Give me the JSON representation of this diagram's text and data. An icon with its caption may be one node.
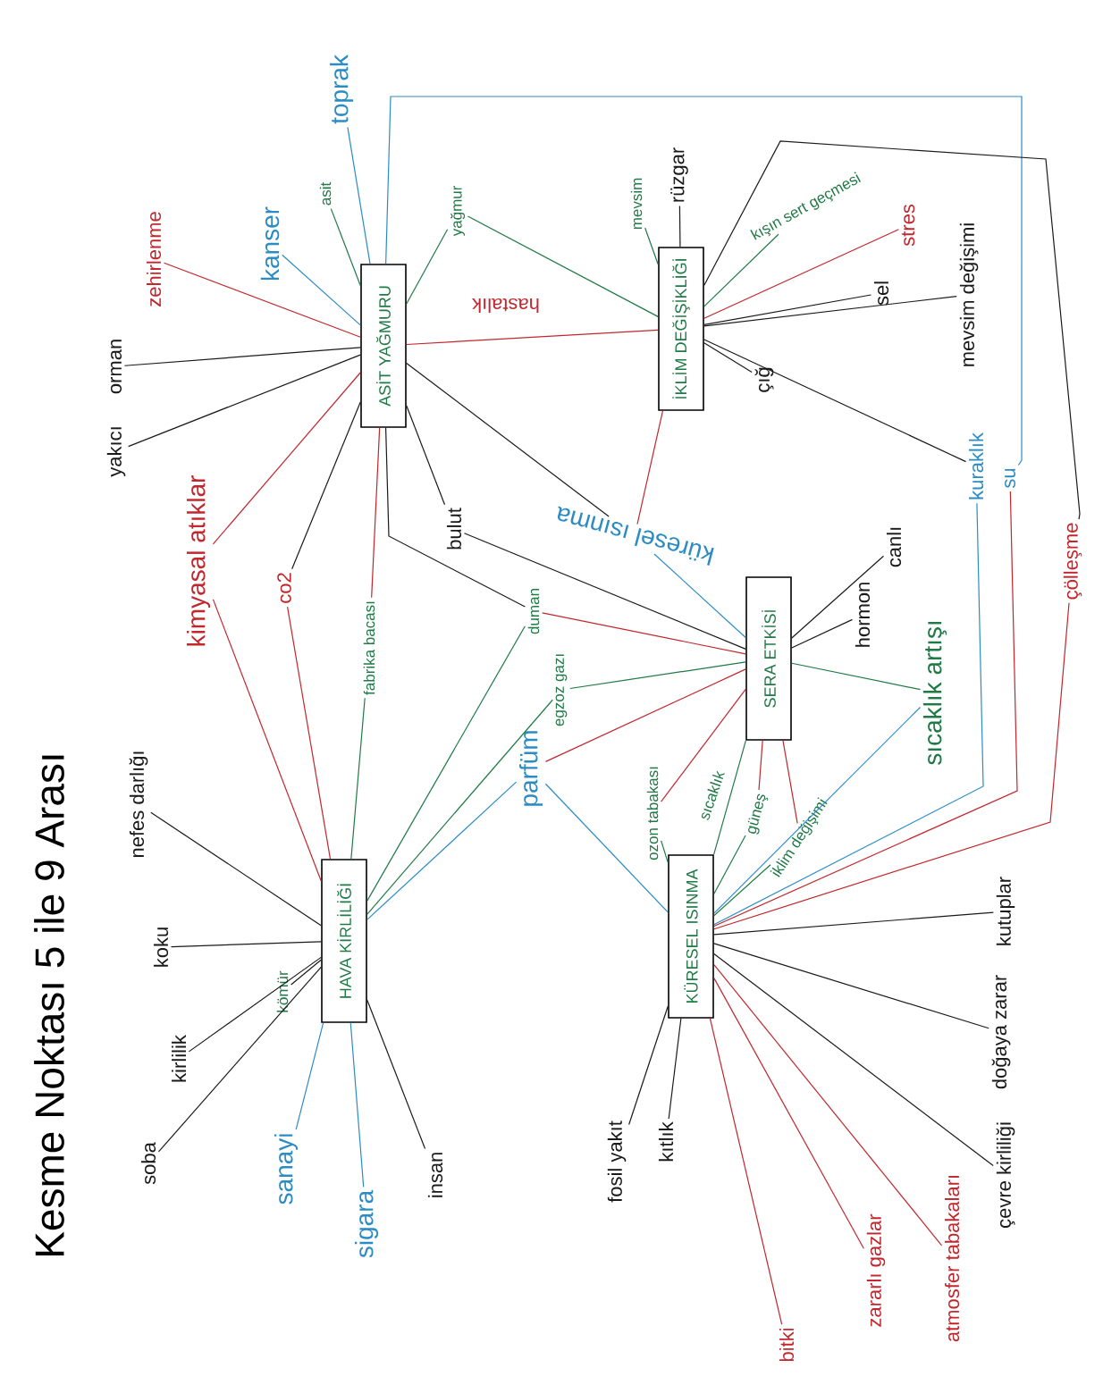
{
  "diagram": {
    "title": "Kesme Noktası 5 ile 9 Arası",
    "nodes": [
      {
        "text": [
          "ASİT YAĞMURU"
        ]
      },
      {
        "text": [
          "İKLİM DEĞİŞİKLİĞİ"
        ]
      },
      {
        "text": [
          "SERA ETKİSİ"
        ]
      },
      {
        "text": [
          "HAVA KİRLİLİĞİ"
        ]
      },
      {
        "text": [
          "KÜRESEL ISINMA"
        ]
      },
      {
        "text": [
          "toprak"
        ]
      },
      {
        "text": [
          "kanser"
        ]
      },
      {
        "text": [
          "asit"
        ]
      },
      {
        "text": [
          "yağmur"
        ]
      },
      {
        "text": [
          "zehirlenme"
        ]
      },
      {
        "text": [
          "orman"
        ]
      },
      {
        "text": [
          "yakıcı"
        ]
      },
      {
        "text": [
          "kimyasal atıklar"
        ]
      },
      {
        "text": [
          "co2"
        ]
      },
      {
        "text": [
          "fabrika bacası"
        ]
      },
      {
        "text": [
          "bulut"
        ]
      },
      {
        "text": [
          "duman"
        ]
      },
      {
        "text": [
          "egzoz gazı"
        ]
      },
      {
        "text": [
          "küresel ısınma"
        ]
      },
      {
        "text": [
          "su"
        ]
      },
      {
        "text": [
          "kuraklık"
        ]
      },
      {
        "text": [
          "çölleşme"
        ]
      },
      {
        "text": [
          "mevsim"
        ]
      },
      {
        "text": [
          "rüzgar"
        ]
      },
      {
        "text": [
          "kışın sert geçmesi"
        ]
      },
      {
        "text": [
          "stres"
        ]
      },
      {
        "text": [
          "sel"
        ]
      },
      {
        "text": [
          "mevsim değişimi"
        ]
      },
      {
        "text": [
          "çığ"
        ]
      },
      {
        "text": [
          "canlı"
        ]
      },
      {
        "text": [
          "hormon"
        ]
      },
      {
        "text": [
          "sıcaklık artışı"
        ]
      },
      {
        "text": [
          "parfüm"
        ]
      },
      {
        "text": [
          "ozon tabakası"
        ]
      },
      {
        "text": [
          "güneş"
        ]
      },
      {
        "text": [
          "iklim değişimi"
        ]
      },
      {
        "text": [
          "nefes darlığı"
        ]
      },
      {
        "text": [
          "koku"
        ]
      },
      {
        "text": [
          "kömür"
        ]
      },
      {
        "text": [
          "kirlilik"
        ]
      },
      {
        "text": [
          "soba"
        ]
      },
      {
        "text": [
          "sanayi"
        ]
      },
      {
        "text": [
          "sigara"
        ]
      },
      {
        "text": [
          "insan"
        ]
      },
      {
        "text": [
          "fosil yakıt"
        ]
      },
      {
        "text": [
          "kıtlık"
        ]
      },
      {
        "text": [
          "bitki"
        ]
      },
      {
        "text": [
          "zararlı gazlar"
        ]
      },
      {
        "text": [
          "atmosfer tabakaları"
        ]
      },
      {
        "text": [
          "çevre kirliliği"
        ]
      },
      {
        "text": [
          "doğaya zarar"
        ]
      },
      {
        "text": [
          "kutuplar"
        ]
      }
    ],
    "edges": [
      {
        "from": 5,
        "to": 0,
        "arrow": "none",
        "color": "#2b8cc4"
      },
      {
        "from": 6,
        "to": 0,
        "arrow": "none",
        "color": "#2b8cc4"
      },
      {
        "from": 7,
        "to": 0,
        "arrow": "none",
        "color": "#1f7a45"
      },
      {
        "from": 8,
        "to": 0,
        "arrow": "none",
        "color": "#1f7a45"
      },
      {
        "from": 8,
        "to": 1,
        "arrow": "none",
        "color": "#1f7a45"
      },
      {
        "from": 9,
        "to": 0,
        "arrow": "none",
        "color": "#c1272d"
      },
      {
        "from": 10,
        "to": 0,
        "arrow": "none",
        "color": "#1a1a1a"
      },
      {
        "from": 11,
        "to": 0,
        "arrow": "none",
        "color": "#1a1a1a"
      },
      {
        "from": 12,
        "to": 0,
        "arrow": "none",
        "color": "#c1272d"
      },
      {
        "from": 12,
        "to": 3,
        "arrow": "none",
        "color": "#c1272d"
      },
      {
        "from": 13,
        "to": 0,
        "arrow": "none",
        "color": "#1a1a1a"
      },
      {
        "from": 13,
        "to": 3,
        "arrow": "none",
        "color": "#c1272d"
      },
      {
        "from": 14,
        "to": 0,
        "arrow": "none",
        "color": "#c1272d"
      },
      {
        "from": 14,
        "to": 3,
        "arrow": "none",
        "color": "#1f7a45"
      },
      {
        "from": 15,
        "to": 0,
        "arrow": "none",
        "color": "#1a1a1a"
      },
      {
        "from": 15,
        "to": 2,
        "arrow": "none",
        "color": "#1a1a1a"
      },
      {
        "from": 0,
        "to": 16,
        "arrow": "none",
        "color": "#1a1a1a"
      },
      {
        "from": 16,
        "to": 2,
        "arrow": "none",
        "color": "#c1272d"
      },
      {
        "from": 16,
        "to": 3,
        "arrow": "none",
        "color": "#1f7a45"
      },
      {
        "from": 17,
        "to": 2,
        "arrow": "none",
        "color": "#1f7a45"
      },
      {
        "from": 17,
        "to": 3,
        "arrow": "none",
        "color": "#1f7a45"
      },
      {
        "from": 0,
        "to": 18,
        "arrow": "none",
        "color": "#1a1a1a"
      },
      {
        "from": 1,
        "to": 18,
        "arrow": "none",
        "color": "#c1272d"
      },
      {
        "from": 18,
        "to": 2,
        "arrow": "none",
        "color": "#2b8cc4"
      },
      {
        "from": 0,
        "to": 1,
        "arrow": "none",
        "color": "#c1272d",
        "label": "hastalık"
      },
      {
        "from": 0,
        "to": 19,
        "arrow": "none",
        "color": "#2b8cc4"
      },
      {
        "from": 19,
        "to": 4,
        "arrow": "none",
        "color": "#c1272d"
      },
      {
        "from": 1,
        "to": 20,
        "arrow": "none",
        "color": "#1a1a1a"
      },
      {
        "from": 20,
        "to": 4,
        "arrow": "none",
        "color": "#2b8cc4"
      },
      {
        "from": 1,
        "to": 21,
        "arrow": "none",
        "color": "#1a1a1a"
      },
      {
        "from": 21,
        "to": 4,
        "arrow": "none",
        "color": "#c1272d"
      },
      {
        "from": 22,
        "to": 1,
        "arrow": "none",
        "color": "#1f7a45"
      },
      {
        "from": 23,
        "to": 1,
        "arrow": "none",
        "color": "#1a1a1a"
      },
      {
        "from": 24,
        "to": 1,
        "arrow": "none",
        "color": "#1f7a45"
      },
      {
        "from": 25,
        "to": 1,
        "arrow": "none",
        "color": "#c1272d"
      },
      {
        "from": 26,
        "to": 1,
        "arrow": "none",
        "color": "#1a1a1a"
      },
      {
        "from": 27,
        "to": 1,
        "arrow": "none",
        "color": "#1a1a1a"
      },
      {
        "from": 28,
        "to": 1,
        "arrow": "none",
        "color": "#1a1a1a"
      },
      {
        "from": 29,
        "to": 2,
        "arrow": "none",
        "color": "#1a1a1a"
      },
      {
        "from": 30,
        "to": 2,
        "arrow": "none",
        "color": "#1a1a1a"
      },
      {
        "from": 31,
        "to": 2,
        "arrow": "none",
        "color": "#1f7a45"
      },
      {
        "from": 31,
        "to": 4,
        "arrow": "none",
        "color": "#2b8cc4"
      },
      {
        "from": 32,
        "to": 2,
        "arrow": "none",
        "color": "#c1272d"
      },
      {
        "from": 32,
        "to": 3,
        "arrow": "none",
        "color": "#2b8cc4"
      },
      {
        "from": 32,
        "to": 4,
        "arrow": "none",
        "color": "#2b8cc4"
      },
      {
        "from": 33,
        "to": 2,
        "arrow": "none",
        "color": "#c1272d"
      },
      {
        "from": 33,
        "to": 4,
        "arrow": "none",
        "color": "#1f7a45"
      },
      {
        "from": 2,
        "to": 4,
        "arrow": "none",
        "color": "#1f7a45",
        "label": "sıcaklık"
      },
      {
        "from": 34,
        "to": 2,
        "arrow": "none",
        "color": "#c1272d"
      },
      {
        "from": 34,
        "to": 4,
        "arrow": "none",
        "color": "#1f7a45"
      },
      {
        "from": 35,
        "to": 2,
        "arrow": "none",
        "color": "#c1272d"
      },
      {
        "from": 35,
        "to": 4,
        "arrow": "none",
        "color": "#1f7a45"
      },
      {
        "from": 36,
        "to": 3,
        "arrow": "none",
        "color": "#1a1a1a"
      },
      {
        "from": 37,
        "to": 3,
        "arrow": "none",
        "color": "#1a1a1a"
      },
      {
        "from": 38,
        "to": 3,
        "arrow": "none",
        "color": "#1a1a1a"
      },
      {
        "from": 39,
        "to": 3,
        "arrow": "none",
        "color": "#1a1a1a"
      },
      {
        "from": 40,
        "to": 3,
        "arrow": "none",
        "color": "#1a1a1a"
      },
      {
        "from": 41,
        "to": 3,
        "arrow": "none",
        "color": "#2b8cc4"
      },
      {
        "from": 42,
        "to": 3,
        "arrow": "none",
        "color": "#2b8cc4"
      },
      {
        "from": 43,
        "to": 3,
        "arrow": "none",
        "color": "#1a1a1a"
      },
      {
        "from": 44,
        "to": 4,
        "arrow": "none",
        "color": "#1a1a1a"
      },
      {
        "from": 45,
        "to": 4,
        "arrow": "none",
        "color": "#1a1a1a"
      },
      {
        "from": 46,
        "to": 4,
        "arrow": "none",
        "color": "#c1272d"
      },
      {
        "from": 47,
        "to": 4,
        "arrow": "none",
        "color": "#c1272d"
      },
      {
        "from": 48,
        "to": 4,
        "arrow": "none",
        "color": "#c1272d"
      },
      {
        "from": 49,
        "to": 4,
        "arrow": "none",
        "color": "#1a1a1a"
      },
      {
        "from": 50,
        "to": 4,
        "arrow": "none",
        "color": "#1a1a1a"
      },
      {
        "from": 51,
        "to": 4,
        "arrow": "none",
        "color": "#1a1a1a"
      }
    ]
  }
}
